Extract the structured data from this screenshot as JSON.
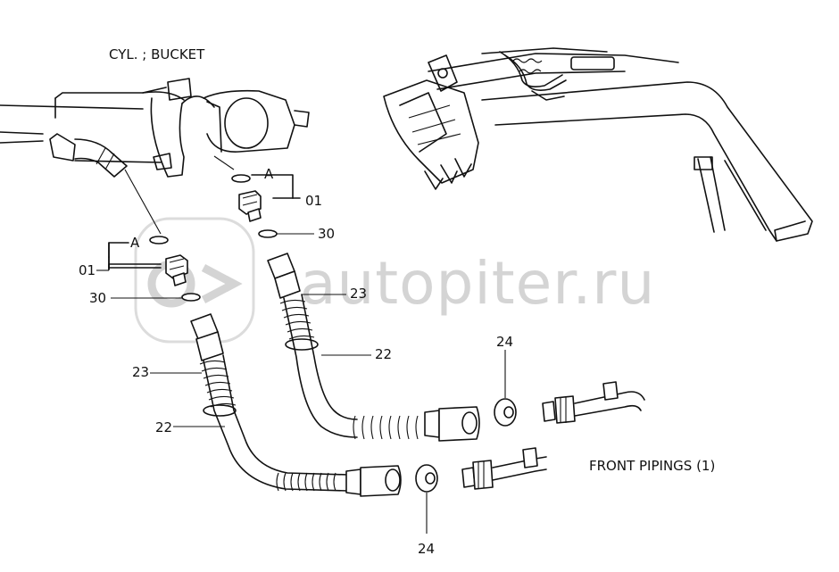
{
  "title": "CYL. ; BUCKET",
  "caption": "FRONT PIPINGS (1)",
  "watermark": "autopiter.ru",
  "parts": {
    "p01": "01",
    "p22": "22",
    "p23": "23",
    "p24": "24",
    "p30": "30",
    "pA": "A"
  },
  "colors": {
    "ink": "#111111",
    "watermark": "#d4d4d4",
    "background": "#ffffff"
  },
  "icons": {
    "watermark_logo": "autopiter-logo-icon"
  }
}
